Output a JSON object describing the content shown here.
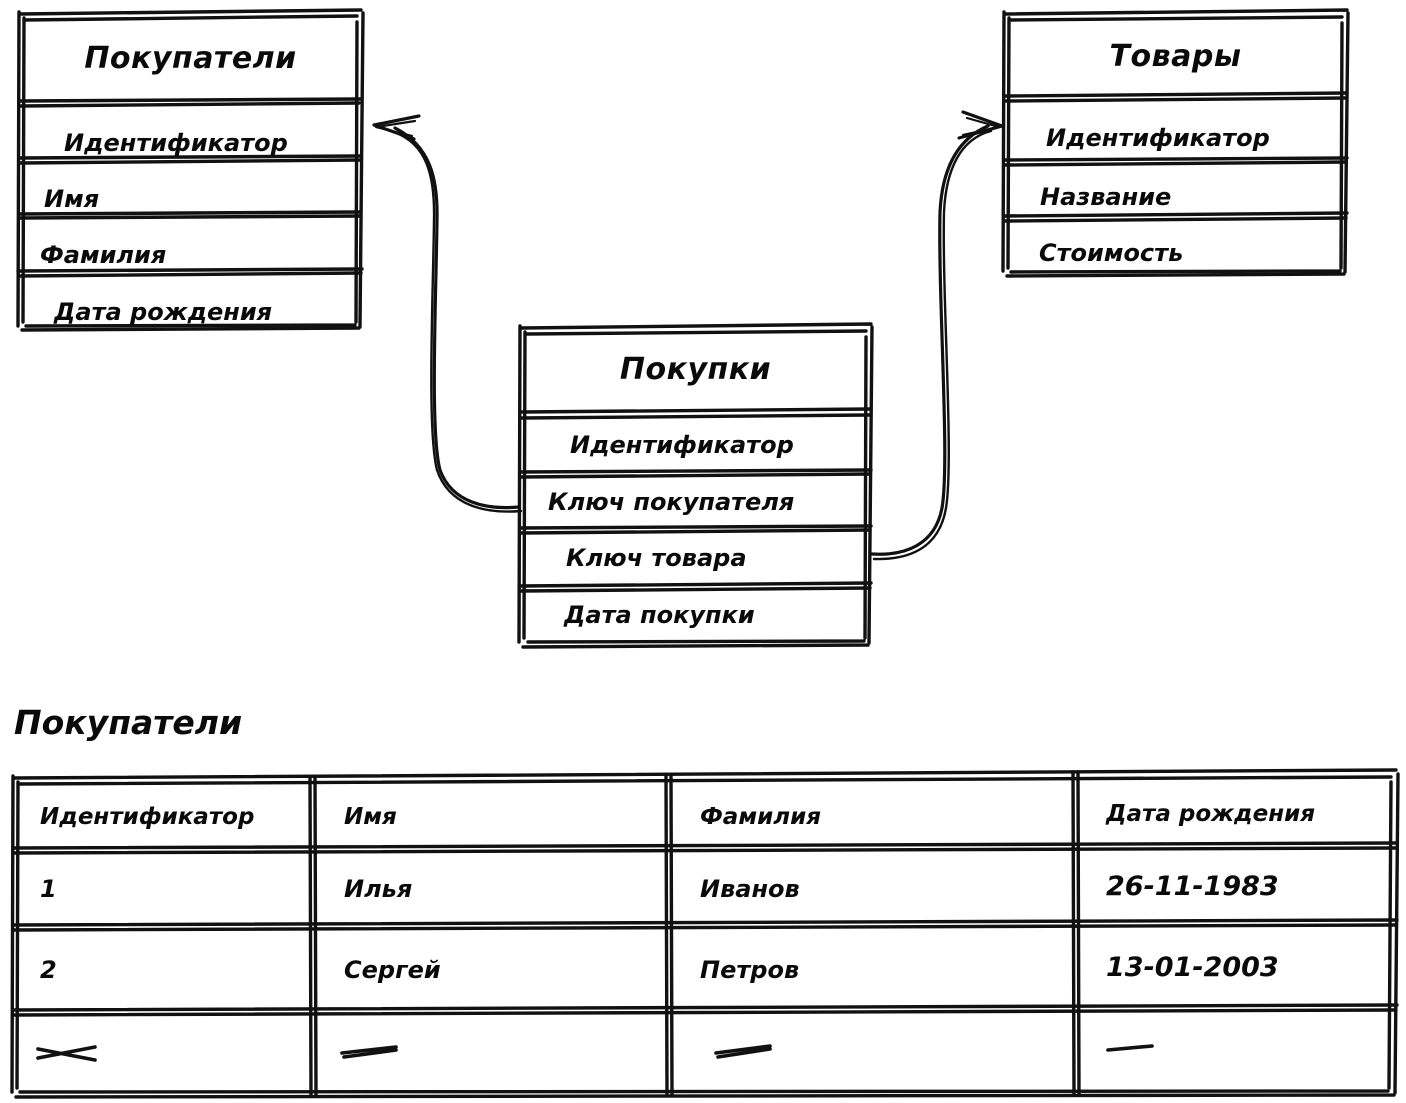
{
  "diagram": {
    "style": "hand-drawn sketch ER diagram",
    "ink_color": "#111111",
    "paper_color": "#ffffff",
    "entities": [
      {
        "id": "customers",
        "title": "Покупатели",
        "attributes": [
          "Идентификатор",
          "Имя",
          "Фамилия",
          "Дата рождения"
        ]
      },
      {
        "id": "products",
        "title": "Товары",
        "attributes": [
          "Идентификатор",
          "Название",
          "Стоимость"
        ]
      },
      {
        "id": "purchases",
        "title": "Покупки",
        "attributes": [
          "Идентификатор",
          "Ключ покупателя",
          "Ключ товара",
          "Дата покупки"
        ]
      }
    ],
    "relationships": [
      {
        "id": "rel-buyer-key",
        "from_entity": "purchases",
        "from_attribute": "Ключ покупателя",
        "to_entity": "customers",
        "to_attribute": "Идентификатор",
        "arrow": "single-head-left"
      },
      {
        "id": "rel-product-key",
        "from_entity": "purchases",
        "from_attribute": "Ключ товара",
        "to_entity": "products",
        "to_attribute": "Идентификатор",
        "arrow": "single-head-right"
      }
    ]
  },
  "data_table": {
    "caption": "Покупатели",
    "columns": [
      "Идентификатор",
      "Имя",
      "Фамилия",
      "Дата рождения"
    ],
    "rows": [
      [
        "1",
        "Илья",
        "Иванов",
        "26-11-1983"
      ],
      [
        "2",
        "Сергей",
        "Петров",
        "13-01-2003"
      ],
      [
        "—",
        "—",
        "—",
        "—"
      ]
    ],
    "last_row_is_placeholder": true
  }
}
